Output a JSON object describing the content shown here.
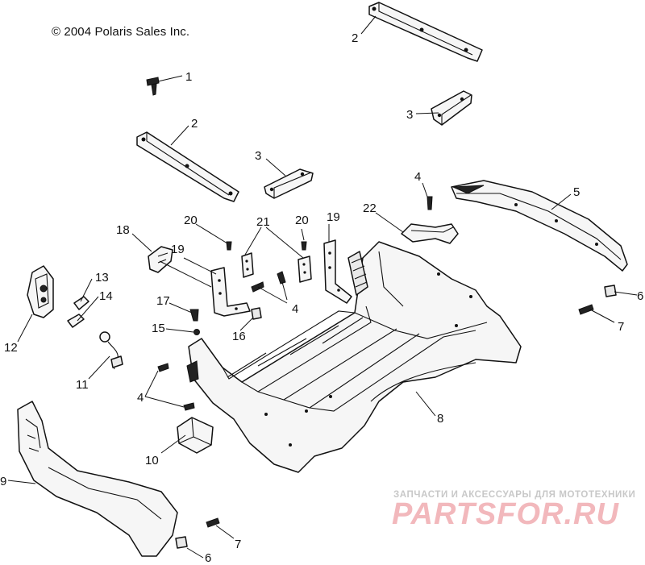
{
  "copyright": "© 2004 Polaris Sales Inc.",
  "watermark": {
    "tagline": "ЗАПЧАСТИ И АКСЕССУАРЫ ДЛЯ МОТОТЕХНИКИ",
    "brand": "PARTSFOR.RU"
  },
  "callouts": {
    "c1": "1",
    "c2a": "2",
    "c2b": "2",
    "c3a": "3",
    "c3b": "3",
    "c4a": "4",
    "c4b": "4",
    "c4c": "4",
    "c5": "5",
    "c6a": "6",
    "c6b": "6",
    "c7a": "7",
    "c7b": "7",
    "c8": "8",
    "c9": "9",
    "c10": "10",
    "c11": "11",
    "c12": "12",
    "c13": "13",
    "c14": "14",
    "c15": "15",
    "c16": "16",
    "c17": "17",
    "c18": "18",
    "c19a": "19",
    "c19b": "19",
    "c20a": "20",
    "c20b": "20",
    "c21": "21",
    "c22": "22"
  },
  "colors": {
    "line": "#111111",
    "watermark_brand": "#f2b8bc",
    "watermark_tagline": "#c8c8c8"
  }
}
